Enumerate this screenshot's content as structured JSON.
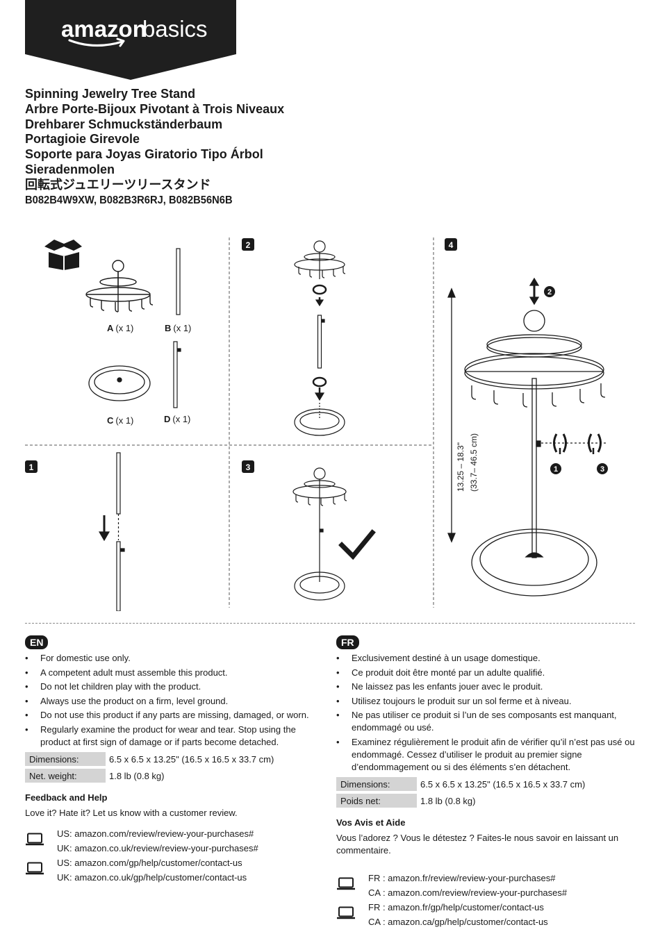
{
  "brand": {
    "name": "amazon",
    "suffix": "basics"
  },
  "titles": [
    "Spinning Jewelry Tree Stand",
    "Arbre Porte-Bijoux Pivotant à Trois Niveaux",
    "Drehbarer Schmuckständerbaum",
    "Portagioie Girevole",
    "Soporte para Joyas Giratorio Tipo Árbol",
    "Sieradenmolen",
    "回転式ジュエリーツリースタンド"
  ],
  "skus": "B082B4W9XW, B082B3R6RJ, B082B56N6B",
  "diagram": {
    "parts": [
      {
        "letter": "A",
        "qty": "(x 1)"
      },
      {
        "letter": "B",
        "qty": "(x 1)"
      },
      {
        "letter": "C",
        "qty": "(x 1)"
      },
      {
        "letter": "D",
        "qty": "(x 1)"
      }
    ],
    "steps": [
      "1",
      "2",
      "3",
      "4"
    ],
    "height_range": "13.25 – 18.3\"",
    "height_range_metric": "(33.7– 46.5 cm)",
    "step4_refs": [
      "2",
      "1",
      "3"
    ]
  },
  "en": {
    "lang": "EN",
    "bullets": [
      "For domestic use only.",
      "A competent adult must assemble this product.",
      "Do not let children play with the product.",
      "Always use the product on a firm, level ground.",
      "Do not use this product if any parts are missing, damaged, or worn.",
      "Regularly examine the product for wear and tear. Stop using the product at first sign of damage or if parts become detached."
    ],
    "specs": [
      {
        "label": "Dimensions:",
        "value": "6.5 x 6.5 x 13.25\" (16.5 x 16.5 x 33.7 cm)"
      },
      {
        "label": "Net. weight:",
        "value": "1.8 lb (0.8 kg)"
      }
    ],
    "feedback_heading": "Feedback and Help",
    "feedback_text": "Love it? Hate it? Let us know with a customer review.",
    "links": [
      [
        "US: amazon.com/review/review-your-purchases#",
        "UK: amazon.co.uk/review/review-your-purchases#"
      ],
      [
        "US: amazon.com/gp/help/customer/contact-us",
        "UK: amazon.co.uk/gp/help/customer/contact-us"
      ]
    ]
  },
  "fr": {
    "lang": "FR",
    "bullets": [
      "Exclusivement destiné à un usage domestique.",
      "Ce produit doit être monté par un adulte qualifié.",
      "Ne laissez pas les enfants jouer avec le produit.",
      "Utilisez toujours le produit sur un sol ferme et à niveau.",
      "Ne pas utiliser ce produit si l’un de ses composants est manquant, endommagé ou usé.",
      "Examinez régulièrement le produit afin de vérifier qu’il n’est pas usé ou endommagé. Cessez d’utiliser le produit au premier signe d’endommagement ou si des éléments s’en détachent."
    ],
    "specs": [
      {
        "label": "Dimensions:",
        "value": "6.5 x 6.5 x 13.25\" (16.5 x 16.5 x 33.7 cm)"
      },
      {
        "label": "Poids net:",
        "value": "1.8 lb (0.8 kg)"
      }
    ],
    "feedback_heading": "Vos Avis et Aide",
    "feedback_text": "Vous l’adorez ? Vous le détestez ? Faites-le nous savoir en laissant un commentaire.",
    "links": [
      [
        "FR : amazon.fr/review/review-your-purchases#",
        "CA : amazon.com/review/review-your-purchases#"
      ],
      [
        "FR : amazon.fr/gp/help/customer/contact-us",
        "CA : amazon.ca/gp/help/customer/contact-us"
      ]
    ]
  },
  "icons": {
    "box": "open-box-icon",
    "laptop": "laptop-icon",
    "check": "checkmark-icon",
    "arrow": "arrow-down-icon",
    "rotate": "rotate-icon"
  }
}
